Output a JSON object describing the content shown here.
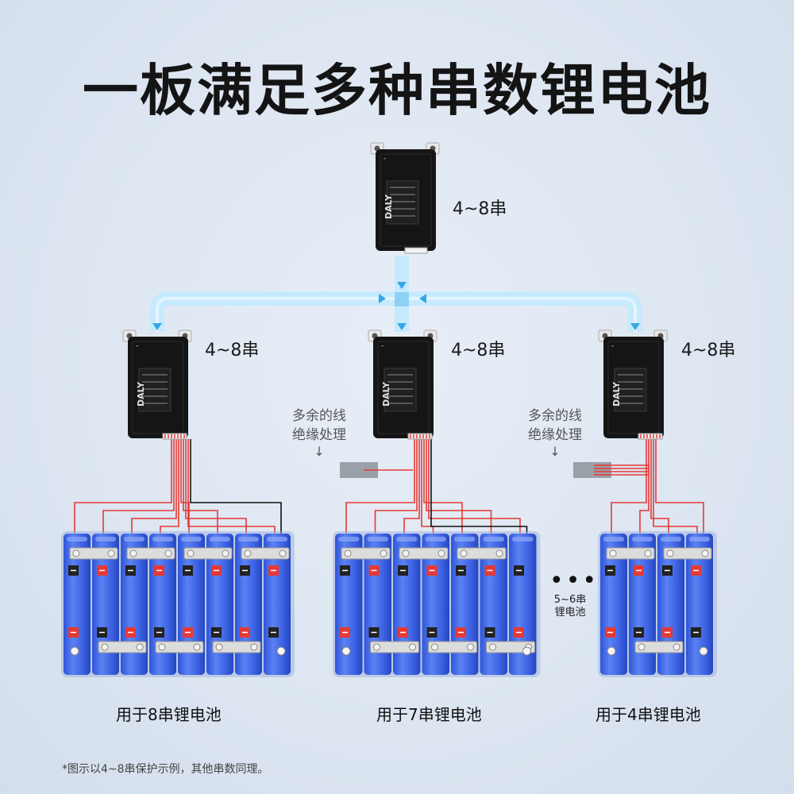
{
  "title": "一板满足多种串数锂电池",
  "bms_range_label": "4~8串",
  "bms_brand": "DALY",
  "terminal_minus": "-",
  "terminal_plus": "+",
  "excess_wire_note": [
    "多余的线",
    "绝缘处理"
  ],
  "ellipsis_label": [
    "5~6串",
    "锂电池"
  ],
  "captions": [
    "用于8串锂电池",
    "用于7串锂电池",
    "用于4串锂电池"
  ],
  "footnote": "*图示以4~8串保护示例，其他串数同理。",
  "colors": {
    "flow_arrow": "#36a6e6",
    "cell_blue": "#3f63e6",
    "wire_red": "#e53935",
    "positive_tab": "#e53935",
    "bms_body": "#151515"
  },
  "icons": [
    "down-arrow-icon",
    "flow-arrow-icon"
  ]
}
